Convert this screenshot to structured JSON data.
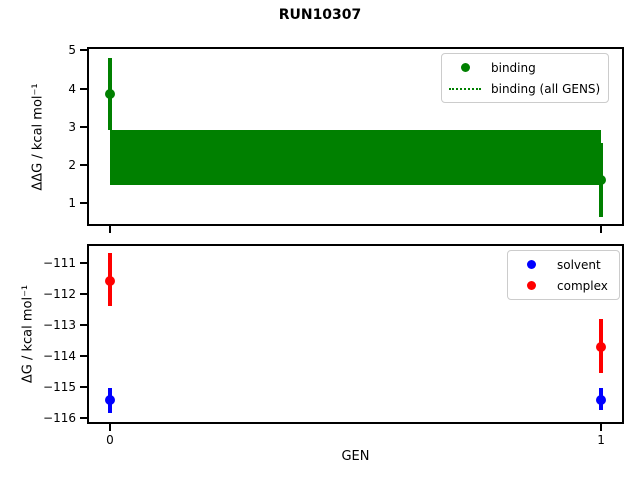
{
  "title": "RUN10307",
  "chart_data": [
    {
      "type": "scatter",
      "subtype": "errorbar",
      "title": "",
      "xlabel": "",
      "ylabel": "ΔΔG / kcal mol⁻¹",
      "ylim": [
        0.43,
        5.06
      ],
      "yticks": [
        1,
        2,
        3,
        4,
        5
      ],
      "xticks": [
        0,
        1
      ],
      "grid": false,
      "legend_position": "upper right",
      "series": [
        {
          "name": "binding",
          "color": "#008000",
          "marker": "circle",
          "points": [
            {
              "x": 0,
              "y": 3.85,
              "err_low": 2.91,
              "err_high": 4.81
            },
            {
              "x": 1,
              "y": 1.61,
              "err_low": 0.65,
              "err_high": 2.57
            }
          ]
        }
      ],
      "band": {
        "name": "binding (all GENS)",
        "color": "#008000",
        "x_range": [
          0,
          1
        ],
        "y_low": 1.48,
        "y_high": 2.91
      },
      "legend": {
        "entries": [
          {
            "label": "binding",
            "glyph": "dot",
            "color": "#008000"
          },
          {
            "label": "binding (all GENS)",
            "glyph": "dotted-line",
            "color": "#008000"
          }
        ]
      }
    },
    {
      "type": "scatter",
      "subtype": "errorbar",
      "title": "",
      "xlabel": "GEN",
      "ylabel": "ΔG / kcal mol⁻¹",
      "ylim": [
        -116.17,
        -110.41
      ],
      "yticks": [
        -111,
        -112,
        -113,
        -114,
        -115,
        -116
      ],
      "xticks": [
        0,
        1
      ],
      "grid": false,
      "legend_position": "upper right",
      "series": [
        {
          "name": "solvent",
          "color": "#0000ff",
          "marker": "circle",
          "points": [
            {
              "x": 0,
              "y": -115.43,
              "err_low": -115.85,
              "err_high": -115.05
            },
            {
              "x": 1,
              "y": -115.41,
              "err_low": -115.75,
              "err_high": -115.05
            }
          ]
        },
        {
          "name": "complex",
          "color": "#ff0000",
          "marker": "circle",
          "points": [
            {
              "x": 0,
              "y": -111.57,
              "err_low": -112.39,
              "err_high": -110.68
            },
            {
              "x": 1,
              "y": -113.71,
              "err_low": -114.54,
              "err_high": -112.82
            }
          ]
        }
      ],
      "legend": {
        "entries": [
          {
            "label": "solvent",
            "glyph": "dot",
            "color": "#0000ff"
          },
          {
            "label": "complex",
            "glyph": "dot",
            "color": "#ff0000"
          }
        ]
      }
    }
  ]
}
